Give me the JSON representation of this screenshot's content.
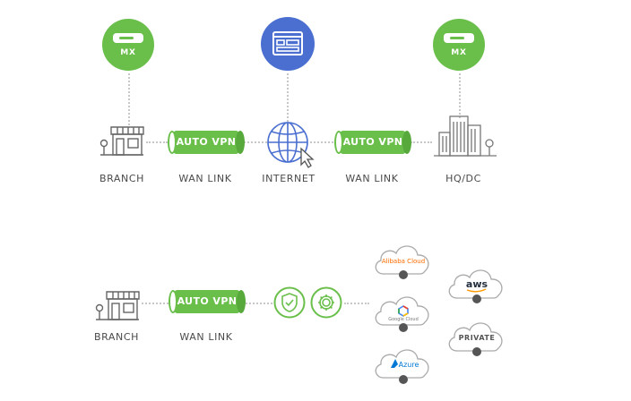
{
  "top_row": {
    "labels": [
      "BRANCH",
      "WAN LINK",
      "INTERNET",
      "WAN LINK",
      "HQ/DC"
    ],
    "mx_left": "MX",
    "mx_right": "MX",
    "vpn_left": "AUTO VPN",
    "vpn_right": "AUTO VPN"
  },
  "bottom_row": {
    "labels": [
      "BRANCH",
      "WAN LINK"
    ],
    "vpn": "AUTO VPN"
  },
  "clouds": {
    "alibaba": "Alibaba Cloud",
    "google": "Google Cloud",
    "azure": "Azure",
    "aws": "aws",
    "private": "PRIVATE"
  },
  "colors": {
    "green": "#6abf4b",
    "blue": "#4a6fd0",
    "line": "#9a9a9a",
    "node": "#555555",
    "alibaba_orange": "#ff6a00",
    "azure_blue": "#0078d4"
  }
}
